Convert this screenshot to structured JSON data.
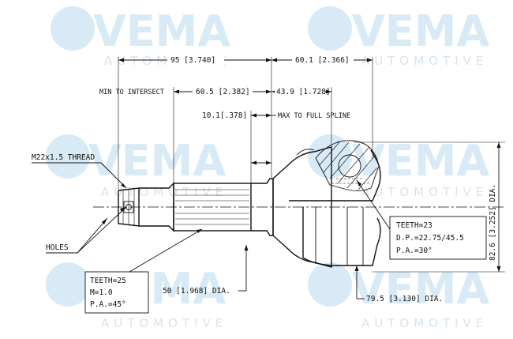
{
  "watermark": {
    "brand": "VEMA",
    "sub": "AUTOMOTIVE",
    "color": "#d8eaf5"
  },
  "dimensions": {
    "top_left": "95 [3.740]",
    "top_right": "60.1 [2.366]",
    "min_intersect_label": "MIN TO INTERSECT",
    "min_intersect_value": "60.5 [2.382]",
    "mid_right": "43.9 [1.728]",
    "spline_left": "10.1[.378]",
    "spline_label": "MAX TO FULL SPLINE",
    "thread": "M22x1.5 THREAD",
    "holes": "HOLES",
    "outer_dia": "82.6 [3.252] DIA.",
    "shaft_dia": "50 [1.968] DIA.",
    "housing_dia": "79.5 [3.130] DIA."
  },
  "spec_outer": {
    "teeth": "TEETH=23",
    "dp": "D.P.=22.75/45.5",
    "pa": "P.A.=30°"
  },
  "spec_shaft": {
    "teeth": "TEETH=25",
    "m": "M=1.0",
    "pa": "P.A.=45°"
  }
}
